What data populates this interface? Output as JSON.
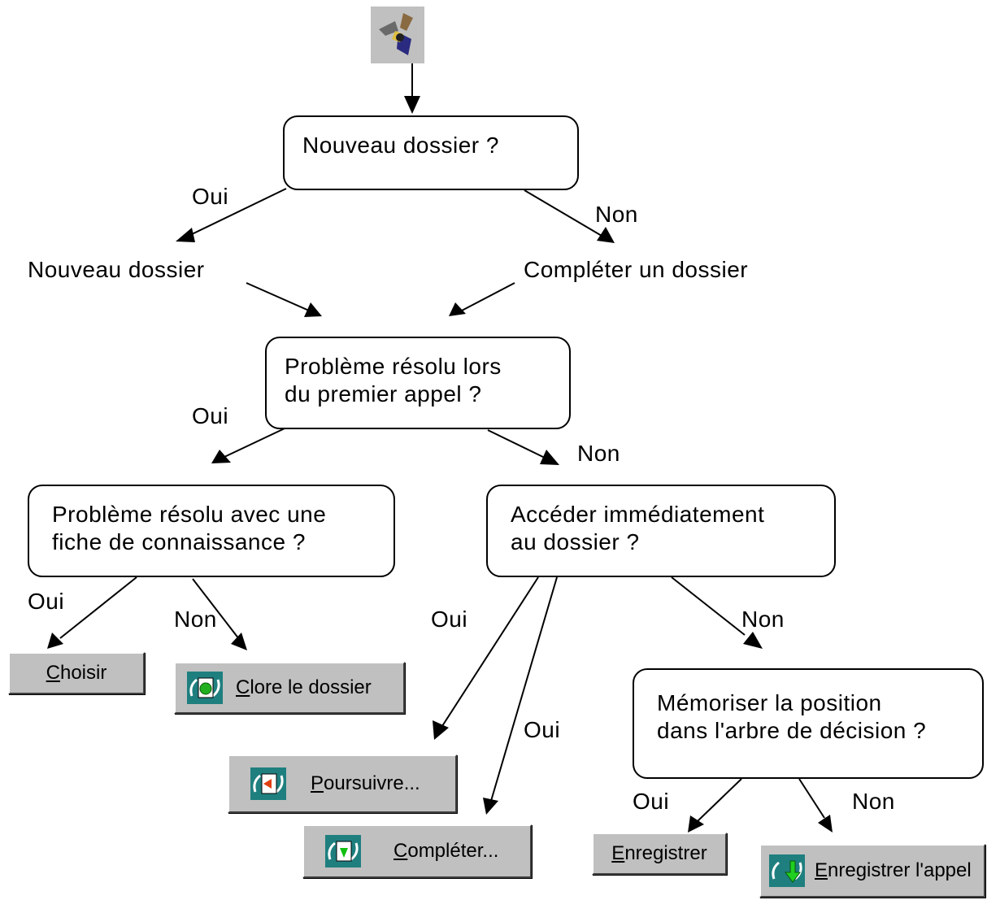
{
  "nodes": {
    "q1": "Nouveau dossier ?",
    "q2_line1": "Problème résolu lors",
    "q2_line2": "du premier appel ?",
    "q3_line1": "Problème résolu avec une",
    "q3_line2": "fiche de connaissance ?",
    "q4_line1": "Accéder immédiatement",
    "q4_line2": "au dossier ?",
    "q5_line1": "Mémoriser la position",
    "q5_line2": "dans l'arbre de décision ?"
  },
  "outcomes": {
    "nouveau_dossier": "Nouveau dossier",
    "completer_un_dossier": "Compléter un dossier"
  },
  "labels": {
    "oui": "Oui",
    "non": "Non"
  },
  "buttons": {
    "choisir": "Choisir",
    "clore": "Clore le dossier",
    "poursuivre": "Poursuivre...",
    "completer": "Compléter...",
    "enregistrer": "Enregistrer",
    "enregistrer_appel": "Enregistrer l'appel"
  },
  "icons": {
    "start": "program-logo-icon",
    "clore": "close-folder-icon",
    "poursuivre": "continue-icon",
    "completer": "complete-icon",
    "enregistrer_appel": "save-call-icon"
  }
}
